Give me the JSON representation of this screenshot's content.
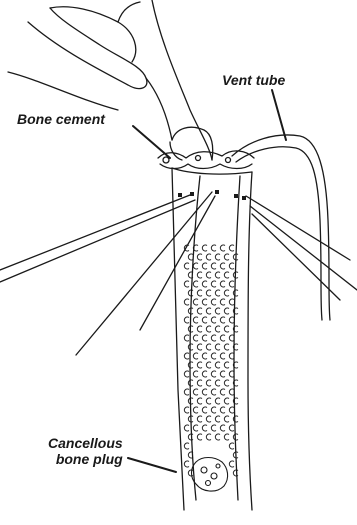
{
  "labels": {
    "vent_tube": "Vent tube",
    "bone_cement": "Bone cement",
    "cancellous_plug_line1": "Cancellous",
    "cancellous_plug_line2": "bone plug"
  },
  "colors": {
    "ink": "#1a1a1a",
    "background": "#ffffff"
  }
}
